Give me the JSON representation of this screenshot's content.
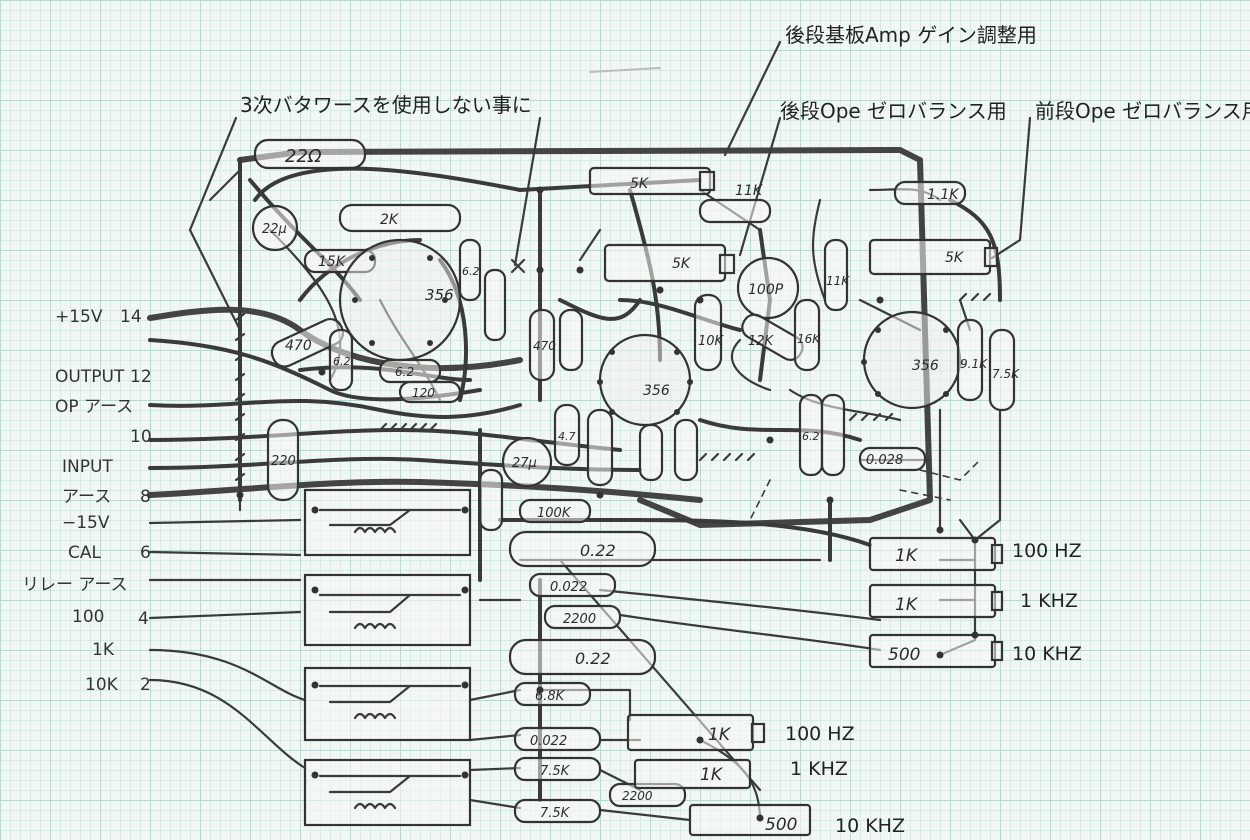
{
  "annotations": {
    "rear_gain": "後段基板Amp ゲイン調整用",
    "rear_zero": "後段Ope ゼロバランス用",
    "front_zero": "前段Ope ゼロバランス用",
    "butterworth": "3次バタワースを使用しない事に"
  },
  "pins": [
    {
      "label": "+15V",
      "number": "14"
    },
    {
      "label": "OUTPUT",
      "number": "12"
    },
    {
      "label": "OP アース",
      "number": ""
    },
    {
      "label": "",
      "number": "10"
    },
    {
      "label": "INPUT",
      "number": ""
    },
    {
      "label": "アース",
      "number": "8"
    },
    {
      "label": "−15V",
      "number": ""
    },
    {
      "label": "CAL",
      "number": "6"
    },
    {
      "label": "リレー アース",
      "number": ""
    },
    {
      "label": "100",
      "number": "4"
    },
    {
      "label": "1K",
      "number": ""
    },
    {
      "label": "10K",
      "number": "2"
    }
  ],
  "components": {
    "r_22": "22Ω",
    "c_22u": "22μ",
    "r_2k": "2K",
    "r_15k": "15K",
    "r_470": "470",
    "r_62a": "6.2",
    "r_62b": "6.2",
    "r_62c": "6.2",
    "r_120": "120",
    "r_vr5k_a": "5K",
    "r_11k": "11K",
    "r_vr5k_b": "5K",
    "c_100p": "100P",
    "r_10k": "10K",
    "r_12k": "12K",
    "r_16k": "16K",
    "r_11k_b": "11K",
    "r_1_1k": "1.1K",
    "r_vr5k_c": "5K",
    "r_9_1k": "9.1K",
    "r_7_5k": "7.5K",
    "r_6_2_b": "6.2",
    "c_0028": "0.028",
    "r_220": "220",
    "c_27u": "27μ",
    "r_4_7": "4.7",
    "r_100k": "100K",
    "c_022a": "0.22",
    "c_0022a": "0.022",
    "c_2200a": "2200",
    "c_022b": "0.22",
    "r_6_8k": "6.8K",
    "c_0022b": "0.022",
    "r_7_5k_a": "7.5K",
    "c_2200b": "2200",
    "r_7_5k_b": "7.5K",
    "r_1k_a": "1K",
    "r_1k_b": "1K",
    "r_500_a": "500",
    "r_1k_c": "1K",
    "r_1k_d": "1K",
    "r_500_b": "500",
    "ic_front": "356",
    "ic_rear": "356",
    "ic_mid": "356"
  },
  "filters_right": [
    "100 HZ",
    "1 KHZ",
    "10 KHZ"
  ],
  "filters_bottom": [
    "100 HZ",
    "1 KHZ",
    "10 KHZ"
  ]
}
